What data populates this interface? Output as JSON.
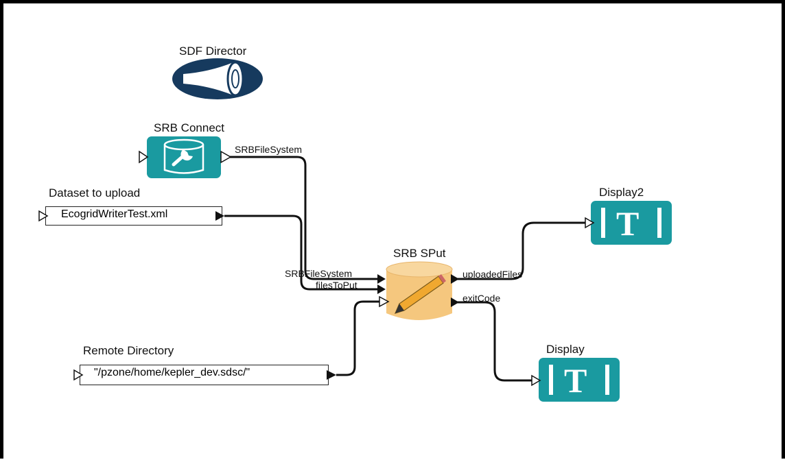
{
  "workflow": {
    "director": {
      "name": "SDF Director",
      "icon": "director-megaphone-icon"
    },
    "actors": {
      "srb_connect": {
        "name": "SRB Connect",
        "icon": "wrench-database-icon",
        "color": "#1a9aa0",
        "output_port": "SRBFileSystem"
      },
      "dataset": {
        "name": "Dataset to upload",
        "value": "EcogridWriterTest.xml"
      },
      "remote_dir": {
        "name": "Remote Directory",
        "value": "\"/pzone/home/kepler_dev.sdsc/\""
      },
      "srb_sput": {
        "name": "SRB SPut",
        "icon": "pencil-database-icon",
        "color": "#f5c77e",
        "input_ports": [
          "SRBFileSystem",
          "filesToPut"
        ],
        "output_ports": [
          "uploadedFiles",
          "exitCode"
        ]
      },
      "display2": {
        "name": "Display2",
        "icon": "text-display-icon",
        "glyph": "T",
        "color": "#1a9aa0"
      },
      "display": {
        "name": "Display",
        "icon": "text-display-icon",
        "glyph": "T",
        "color": "#1a9aa0"
      }
    },
    "colors": {
      "actor_teal": "#1a9aa0",
      "director_navy": "#163a5e",
      "sput_orange": "#f5c77e",
      "wire": "#111111"
    }
  }
}
